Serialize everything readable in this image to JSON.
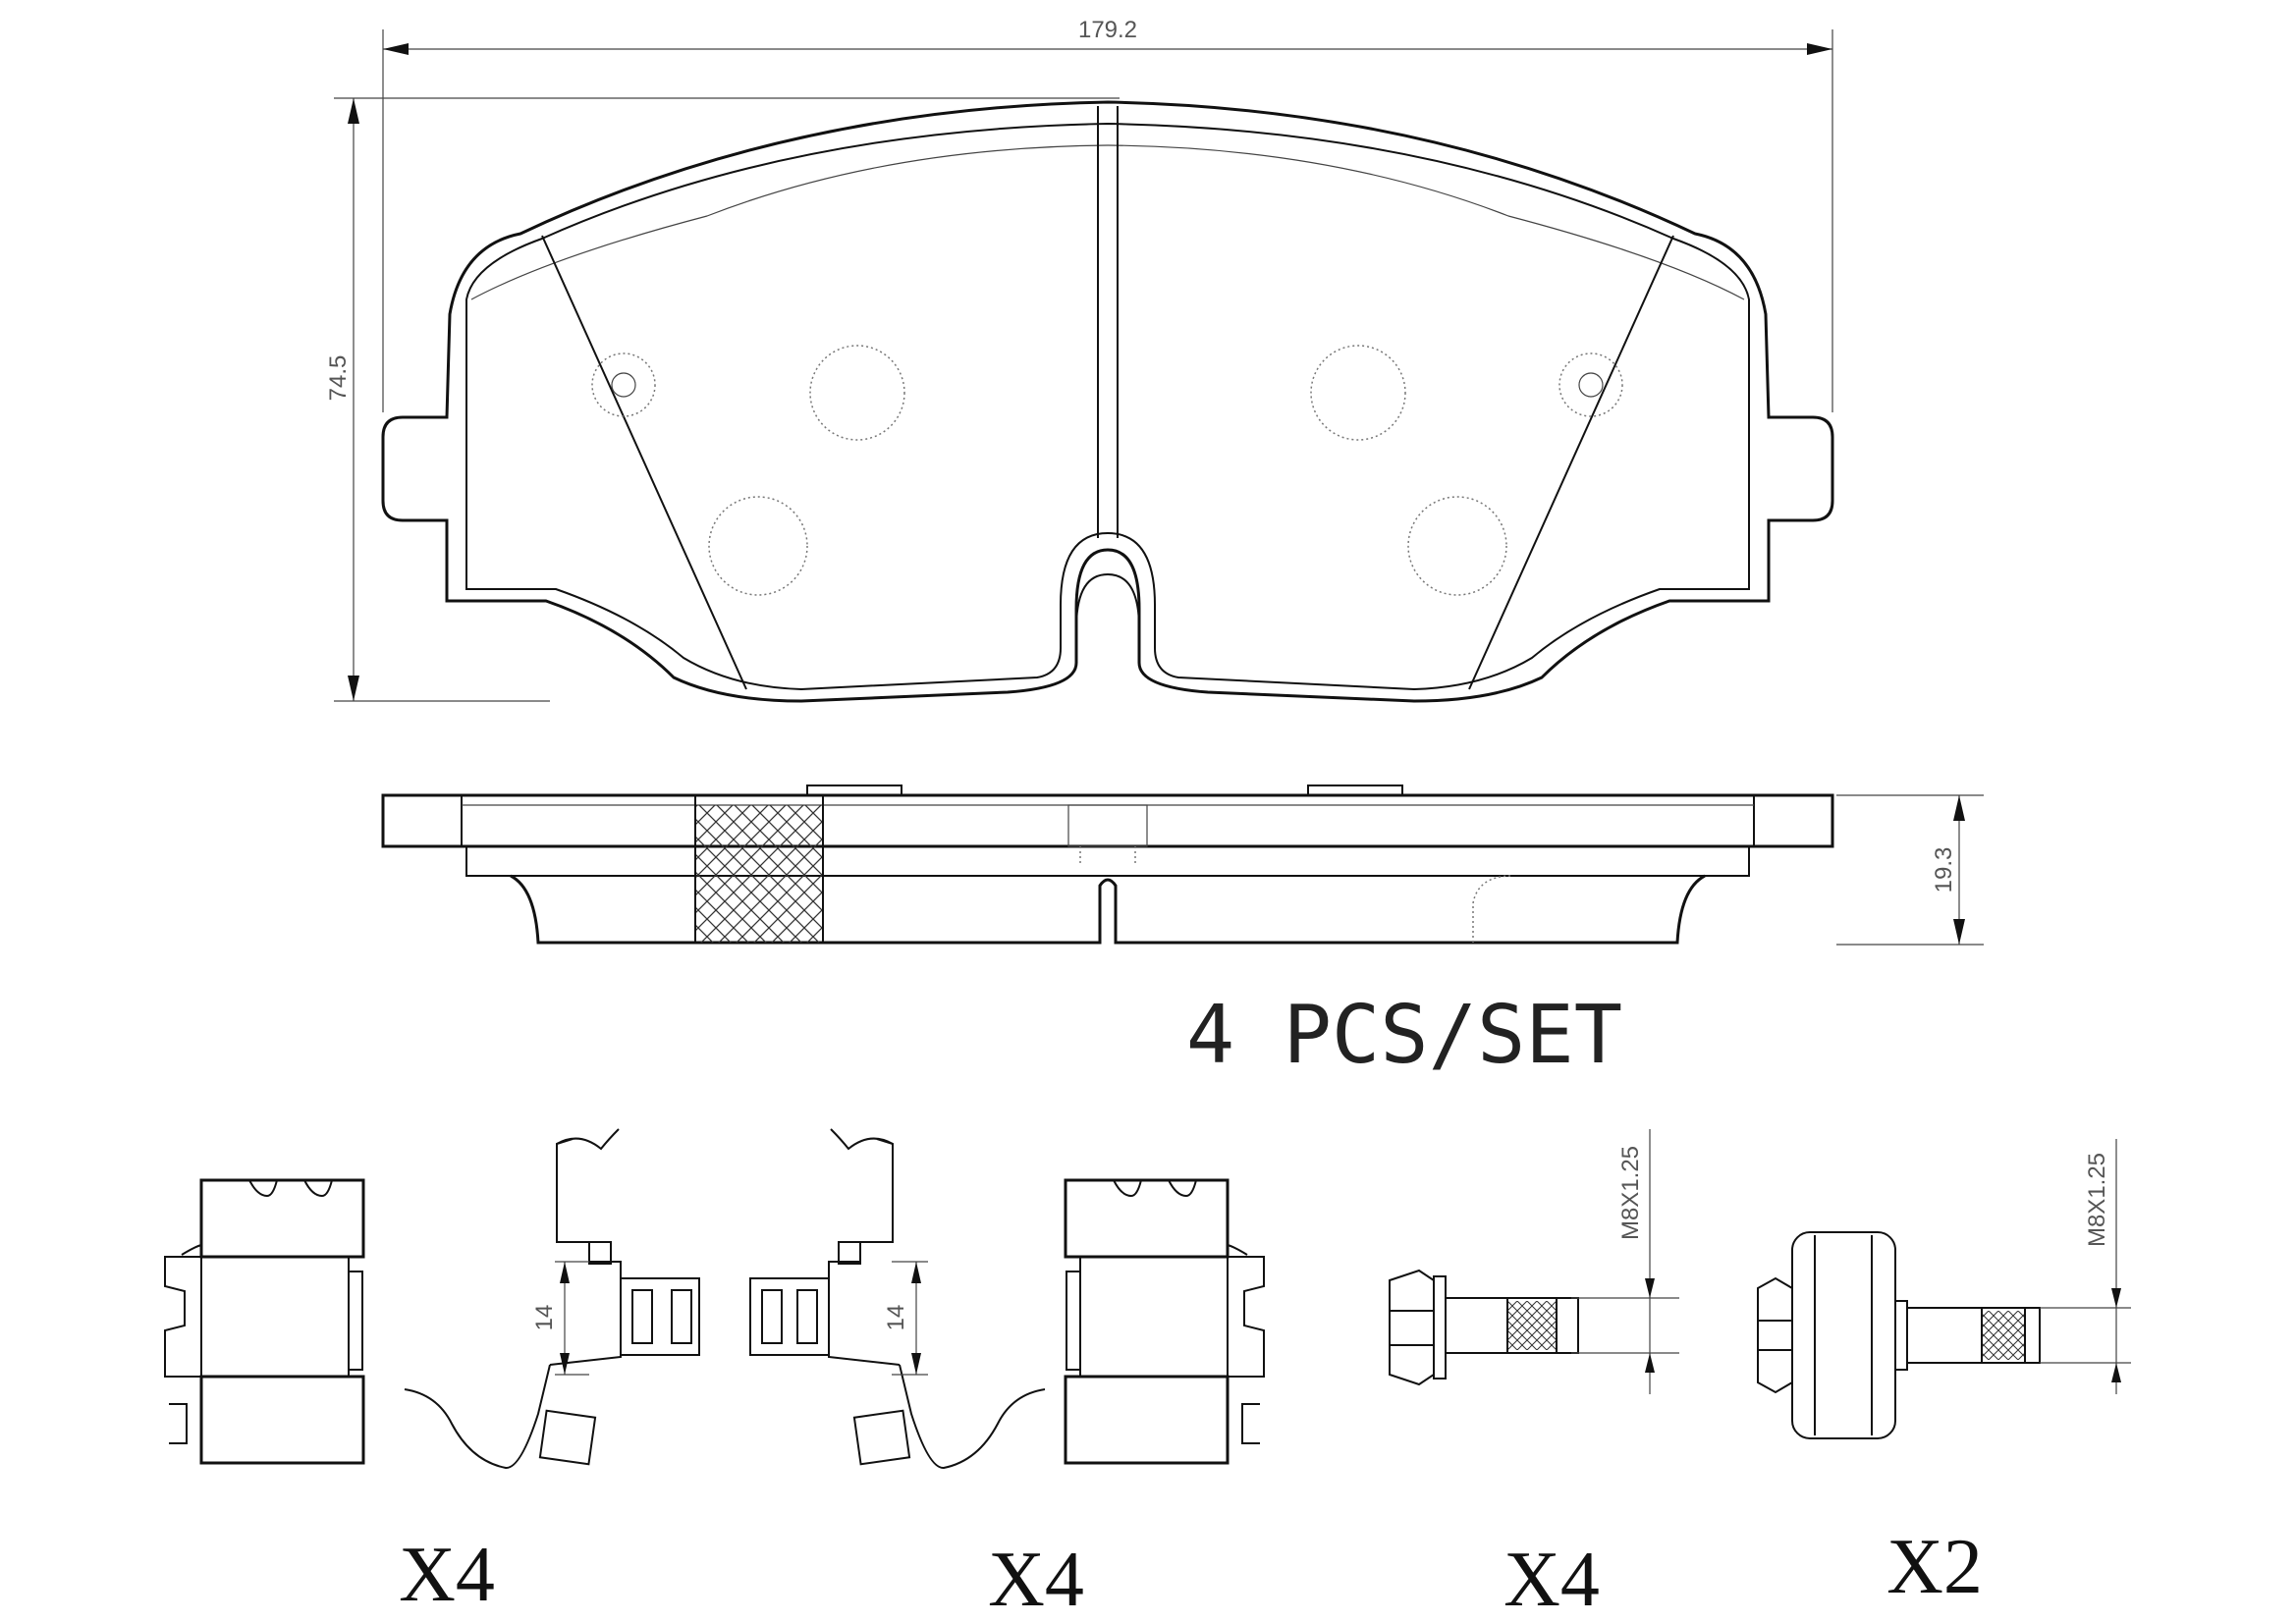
{
  "dimensions": {
    "width": "179.2",
    "height": "74.5",
    "thickness": "19.3",
    "clip_height_left": "14",
    "clip_height_right": "14",
    "bolt_thread_1": "M8X1.25",
    "bolt_thread_2": "M8X1.25"
  },
  "set_label": "4  PCS/SET",
  "quantities": {
    "guide_left": "X4",
    "clip_pair": "X4",
    "bolt": "X4",
    "bolt_sleeve": "X2"
  }
}
